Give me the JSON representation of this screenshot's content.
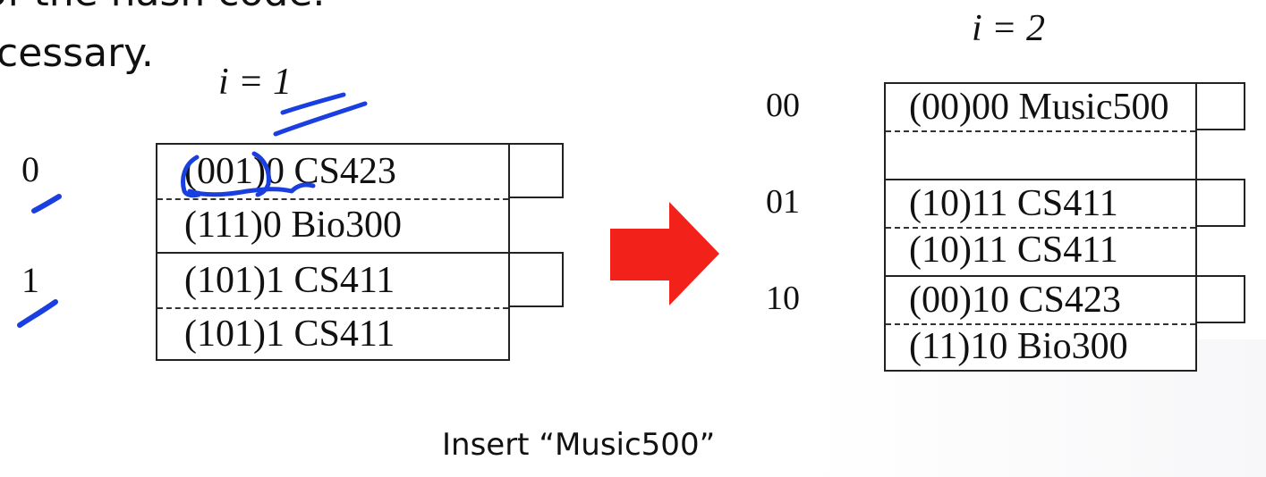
{
  "slide_text": {
    "line1": "e of the hash code.",
    "line2": "cessary."
  },
  "left_table": {
    "i_label": "i = 1",
    "dir_labels": [
      "0",
      "1"
    ],
    "buckets": [
      {
        "slots": [
          "(001)0 CS423",
          "(111)0 Bio300"
        ]
      },
      {
        "slots": [
          "(101)1 CS411",
          "(101)1 CS411"
        ]
      }
    ]
  },
  "right_table": {
    "i_label": "i = 2",
    "dir_labels": [
      "00",
      "01",
      "10"
    ],
    "buckets": [
      {
        "slots": [
          "(00)00 Music500",
          ""
        ]
      },
      {
        "slots": [
          "(10)11 CS411",
          "(10)11 CS411"
        ]
      },
      {
        "slots": [
          "(00)10 CS423",
          "(11)10 Bio300"
        ]
      }
    ]
  },
  "caption": "Insert “Music500”",
  "colors": {
    "arrow": "#f2211a",
    "ink": "#1a3fe0",
    "outline": "#222222"
  }
}
